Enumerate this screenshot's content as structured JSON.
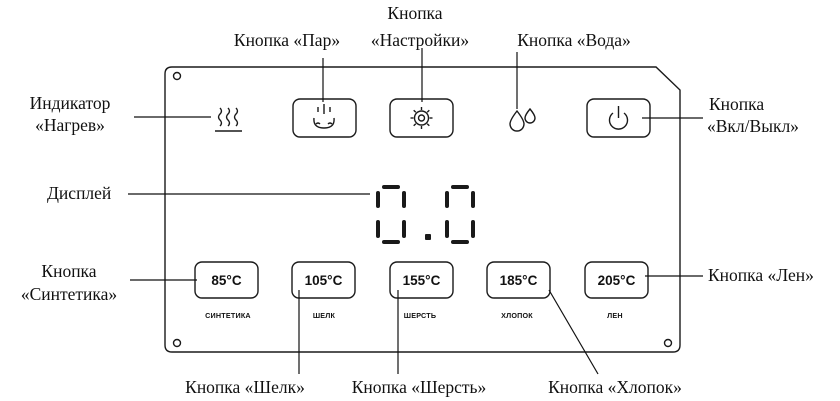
{
  "callouts": {
    "heat_indicator": [
      "Индикатор",
      "«Нагрев»"
    ],
    "steam": "Кнопка «Пар»",
    "settings": [
      "Кнопка",
      "«Настройки»"
    ],
    "water": "Кнопка «Вода»",
    "power": [
      "Кнопка",
      "«Вкл/Выкл»"
    ],
    "display": "Дисплей",
    "synthetics": [
      "Кнопка",
      "«Синтетика»"
    ],
    "linen": "Кнопка «Лен»",
    "silk": "Кнопка «Шелк»",
    "wool": "Кнопка «Шерсть»",
    "cotton": "Кнопка «Хлопок»"
  },
  "display": {
    "value": "0.0"
  },
  "temp_buttons": [
    {
      "temp": "85°C",
      "label": "СИНТЕТИКА"
    },
    {
      "temp": "105°C",
      "label": "ШЕЛК"
    },
    {
      "temp": "155°C",
      "label": "ШЕРСТЬ"
    },
    {
      "temp": "185°C",
      "label": "ХЛОПОК"
    },
    {
      "temp": "205°C",
      "label": "ЛЕН"
    }
  ],
  "icons": {
    "heat": "heat-waves-icon",
    "steam": "steam-icon",
    "settings": "gear-icon",
    "water": "water-drops-icon",
    "power": "power-icon"
  }
}
